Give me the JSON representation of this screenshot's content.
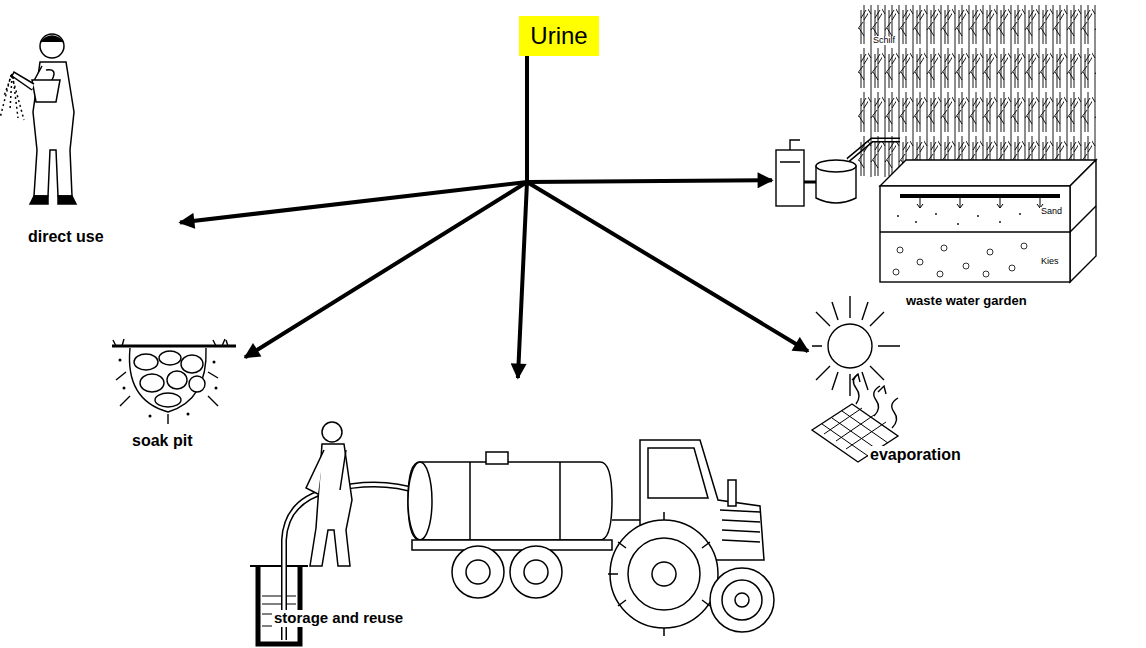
{
  "diagram": {
    "nodes": [
      {
        "text": [
          "Urine"
        ]
      },
      {
        "text": [
          "direct use"
        ]
      },
      {
        "text": [
          "soak pit"
        ]
      },
      {
        "text": [
          "storage and reuse"
        ]
      },
      {
        "text": [
          "evaporation"
        ]
      },
      {
        "text": [
          "waste water garden"
        ]
      }
    ],
    "edges": [
      {
        "from": 0,
        "to": 1,
        "arrow": "to"
      },
      {
        "from": 0,
        "to": 2,
        "arrow": "to"
      },
      {
        "from": 0,
        "to": 3,
        "arrow": "to"
      },
      {
        "from": 0,
        "to": 4,
        "arrow": "to"
      },
      {
        "from": 0,
        "to": 5,
        "arrow": "to"
      }
    ],
    "labels": [
      "Schilf",
      "Sand",
      "Kies"
    ]
  }
}
